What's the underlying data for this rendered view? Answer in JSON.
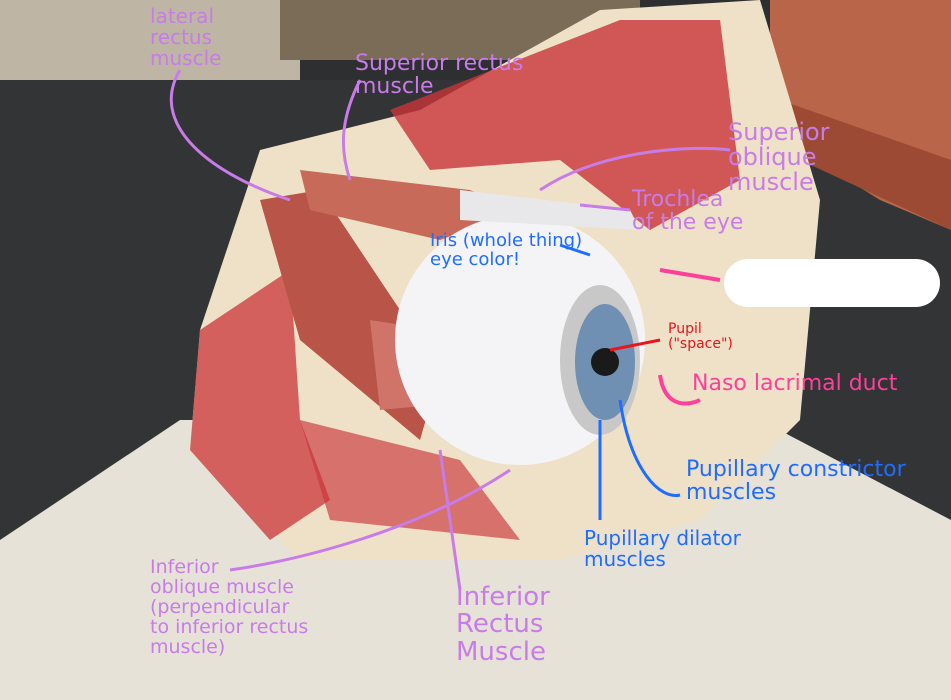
{
  "colors": {
    "annotation_purple": "#c77ce8",
    "annotation_blue": "#1f6dff",
    "annotation_red": "#e8141e",
    "annotation_pink": "#ff3f9c",
    "redaction": "#ffffff"
  },
  "labels": {
    "lateral_rectus": "lateral\nrectus\nmuscle",
    "superior_rectus": "Superior rectus\nmuscle",
    "superior_oblique": "Superior\noblique\nmuscle",
    "trochlea": "Trochlea\nof the eye",
    "iris": "Iris (whole thing)\neye color!",
    "pupil": "Pupil\n(\"space\")",
    "nasolacrimal_duct": "Naso lacrimal duct",
    "pupillary_constrictor": "Pupillary constrictor\nmuscles",
    "pupillary_dilator": "Pupillary dilator\nmuscles",
    "inferior_oblique": "Inferior\noblique muscle\n(perpendicular\nto inferior rectus\nmuscle)",
    "inferior_rectus": "Inferior\nRectus\nMuscle"
  }
}
